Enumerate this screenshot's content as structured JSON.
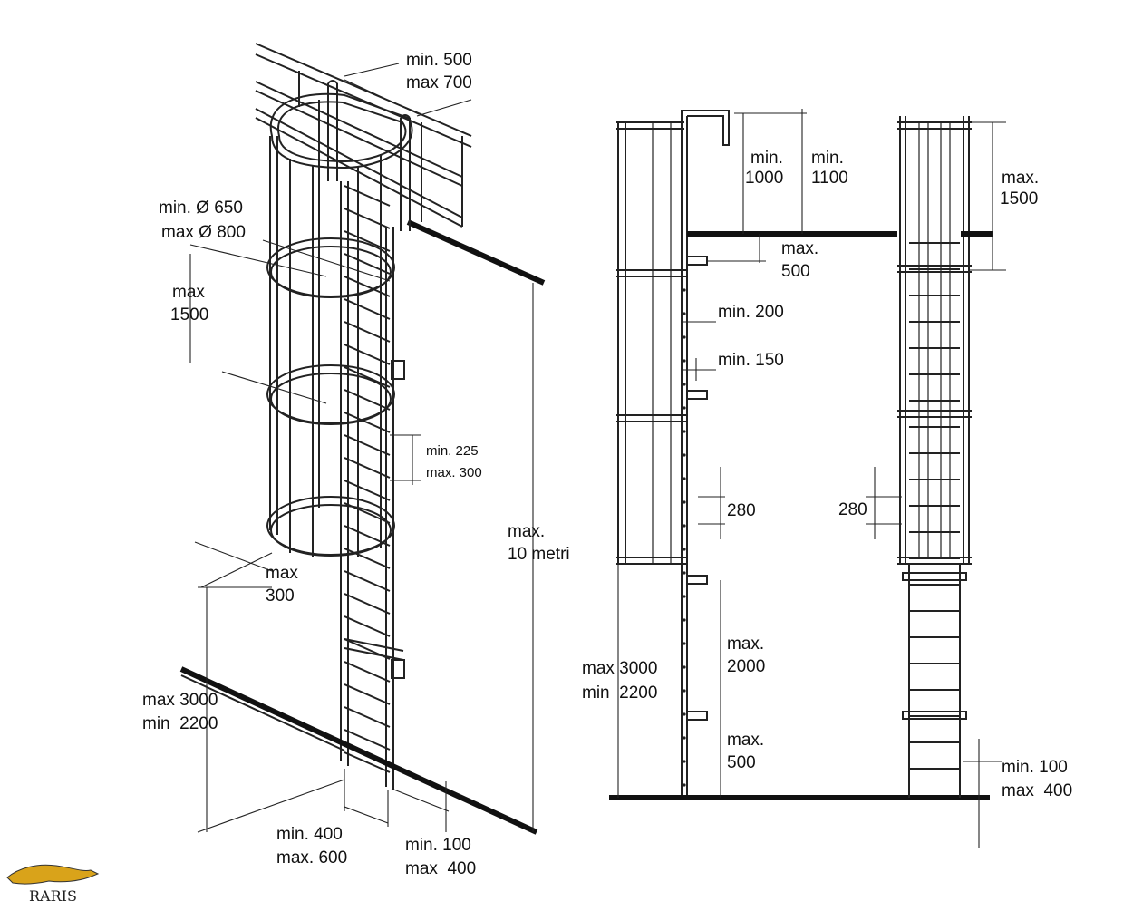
{
  "left_view": {
    "top_width": [
      "min. 500",
      "max 700"
    ],
    "cage_diameter": [
      "min. Ø 650",
      "max Ø 800"
    ],
    "hoop_spacing": [
      "max",
      "1500"
    ],
    "rung_spacing": [
      "min. 225",
      "max. 300"
    ],
    "total_height": [
      "max.",
      "10 metri"
    ],
    "cage_offset": [
      "max",
      "300"
    ],
    "cage_start": [
      "max 3000",
      "min  2200"
    ],
    "ladder_width": [
      "min. 400",
      "max. 600"
    ],
    "wall_distance": [
      "min. 100",
      "max  400"
    ]
  },
  "side_view": {
    "extension_min": [
      "min.",
      "1000"
    ],
    "extension_max": [
      "min.",
      "1100"
    ],
    "bracket_top": [
      "max.",
      "500"
    ],
    "offset_200": "min. 200",
    "offset_150": "min. 150",
    "rung_280": "280",
    "cage_start": [
      "max 3000",
      "min  2200"
    ],
    "bracket_spacing": [
      "max.",
      "2000"
    ],
    "bracket_bottom": [
      "max.",
      "500"
    ]
  },
  "front_view": {
    "top_extension": [
      "max.",
      "1500"
    ],
    "rung_280": "280",
    "wall_distance": [
      "min. 100",
      "max  400"
    ]
  },
  "logo": {
    "text": "RARIS",
    "color": "#d9a31a"
  }
}
